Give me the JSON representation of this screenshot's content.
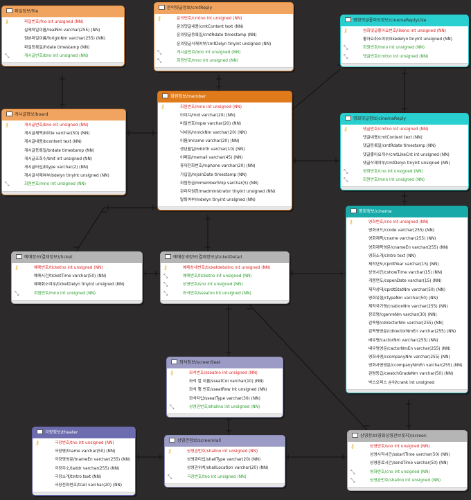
{
  "entities": {
    "file": {
      "title": "파일정보/file",
      "rows": [
        {
          "kind": "pk",
          "text": "파일번호/fno int unsigned (NN)"
        },
        {
          "kind": "",
          "text": "실제파일이름/realNm varchar(255) (NN)"
        },
        {
          "kind": "",
          "text": "원본파일이름/foriginNm varchar(255) (NN)"
        },
        {
          "kind": "",
          "text": "파일등록일/frdate timestamp (NN)"
        },
        {
          "kind": "fk",
          "text": "게시글번호/bno int unsigned (NN)"
        }
      ]
    },
    "cmtReply": {
      "title": "문의댓글정보/cmtReply",
      "rows": [
        {
          "kind": "pk",
          "text": "문의번호/cmtno int unsigned (NN)"
        },
        {
          "kind": "",
          "text": "문의댓글내용/cmtContent text (NN)"
        },
        {
          "kind": "",
          "text": "문의댓글등록일/cmtRdate timestamp (NN)"
        },
        {
          "kind": "",
          "text": "문의댓글삭제여부/cmtDelyn tinyint unsigned (NN)"
        },
        {
          "kind": "fk",
          "text": "게시글번호/bno int unsigned (NN)"
        },
        {
          "kind": "fk",
          "text": "회원번호/mno int unsigned (NN)"
        }
      ]
    },
    "cinemaReplyLike": {
      "title": "영화댓글좋아요정보/cinemaReplyLike",
      "rows": [
        {
          "kind": "pk",
          "text": "영화댓글좋아요번호/likeno int unsigned (NN)"
        },
        {
          "kind": "",
          "text": "좋아요취소여부/likedelyn tinyint unsigned (NN)"
        },
        {
          "kind": "fk",
          "text": "회원번호/mno int unsigned (NN)"
        },
        {
          "kind": "fk",
          "text": "댓글번호/cmtno int unsigned (NN)"
        }
      ]
    },
    "member": {
      "title": "회원정보/member",
      "rows": [
        {
          "kind": "pk",
          "text": "회원번호/mno int unsigned (NN)"
        },
        {
          "kind": "",
          "text": "아이디/mid varchar(20) (NN)"
        },
        {
          "kind": "",
          "text": "비밀번호/mpw varchar(20) (NN)"
        },
        {
          "kind": "",
          "text": "닉네임/mnickNm varchar(20) (NN)"
        },
        {
          "kind": "",
          "text": "이름/mname varchar(20) (NN)"
        },
        {
          "kind": "",
          "text": "생년월일/mbirth varchar(10) (NN)"
        },
        {
          "kind": "",
          "text": "이메일/memail varchar(45) (NN)"
        },
        {
          "kind": "",
          "text": "휴대전화번호/mphone varchar(20) (NN)"
        },
        {
          "kind": "",
          "text": "가입일/mjoinDate timestamp (NN)"
        },
        {
          "kind": "",
          "text": "회원등급/mmemberShip varchar(5) (NN)"
        },
        {
          "kind": "",
          "text": "관리자권한/madministrator tinyint unsigned (NN)"
        },
        {
          "kind": "",
          "text": "탈퇴여부/mdelyn tinyint unsigned (NN)"
        }
      ]
    },
    "board": {
      "title": "게시글정보/board",
      "rows": [
        {
          "kind": "pk",
          "text": "게시글번호/bno int unsigned (NN)"
        },
        {
          "kind": "",
          "text": "게시글제목/btitle varchar(50) (NN)"
        },
        {
          "kind": "",
          "text": "게시글내용/bcontent text (NN)"
        },
        {
          "kind": "",
          "text": "게시글등록일/brdate timestamp (NN)"
        },
        {
          "kind": "",
          "text": "게시글조회수/bhit int unsigned (NN)"
        },
        {
          "kind": "",
          "text": "게시글타입/btype varchar(2) (NN)"
        },
        {
          "kind": "",
          "text": "게시글삭제여부/bdelyn tinyint unsigned (NN)"
        },
        {
          "kind": "fk",
          "text": "회원번호/mno int unsigned (NN)"
        }
      ]
    },
    "cinemaReply": {
      "title": "영화댓글정보/cinemaReply",
      "rows": [
        {
          "kind": "pk",
          "text": "댓글번호/cmtno int unsigned (NN)"
        },
        {
          "kind": "",
          "text": "댓글내용/cmtContent text (NN)"
        },
        {
          "kind": "",
          "text": "댓글등록일/cmtRdate timestamp (NN)"
        },
        {
          "kind": "",
          "text": "댓글좋아요개수/cmtLikeCnt int unsigned (NN)"
        },
        {
          "kind": "",
          "text": "댓글삭제여부/cmtDelyn tinyint unsigned (NN)"
        },
        {
          "kind": "fk",
          "text": "영화번호/cno int unsigned (NN)"
        },
        {
          "kind": "fk",
          "text": "회원번호/mno int unsigned (NN)"
        }
      ]
    },
    "cinema": {
      "title": "영화정보/cinema",
      "rows": [
        {
          "kind": "pk",
          "text": "영화번호/cno int unsigned (NN)"
        },
        {
          "kind": "",
          "text": "영화코드/ccode varchar(255) (NN)"
        },
        {
          "kind": "",
          "text": "영화제목/cname varchar(255) (NN)"
        },
        {
          "kind": "",
          "text": "영화제목영문/cnameEn varchar(255) (NN)"
        },
        {
          "kind": "",
          "text": "영화소개/cintro text (NN)"
        },
        {
          "kind": "",
          "text": "제작년도/cprdtYear varchar(15) (NN)"
        },
        {
          "kind": "",
          "text": "상영시간/cshowTime varchar(15) (NN)"
        },
        {
          "kind": "",
          "text": "개봉연도/copenDate varchar(15) (NN)"
        },
        {
          "kind": "",
          "text": "제작상태/cprdtStatNm varchar(50) (NN)"
        },
        {
          "kind": "",
          "text": "영화유형/ctypeNm varchar(50) (NN)"
        },
        {
          "kind": "",
          "text": "제작국가명/cnationNm varchar(255) (NN)"
        },
        {
          "kind": "",
          "text": "장르명/cgenreNm varchar(30) (NN)"
        },
        {
          "kind": "",
          "text": "감독명/cdirectorNm varchar(255) (NN)"
        },
        {
          "kind": "",
          "text": "감독명영문/cdirectorNmEn varchar(255) (NN)"
        },
        {
          "kind": "",
          "text": "배우명/cactorNm varchar(255) (NN)"
        },
        {
          "kind": "",
          "text": "배우명영문/cactorNmEn varchar(255) (NN)"
        },
        {
          "kind": "",
          "text": "영화사명/ccompanyNm varchar(255) (NN)"
        },
        {
          "kind": "",
          "text": "영화사명영문/ccompanyNmEn varchar(255) (NN)"
        },
        {
          "kind": "",
          "text": "관람등급/cwatchGradeNm varchar(50) (NN)"
        },
        {
          "kind": "",
          "text": "박스오피스 순위/crank int unsigned"
        }
      ]
    },
    "ticket": {
      "title": "예매정보(결제정보)/ticket",
      "rows": [
        {
          "kind": "pk",
          "text": "예매번호/ticketno int unsigned (NN)"
        },
        {
          "kind": "",
          "text": "예매시간/ticketTime varchar(50) (NN)"
        },
        {
          "kind": "",
          "text": "예매취소여부/ticketDelyn tinyint unsigned (NN)"
        },
        {
          "kind": "fk",
          "text": "회원번호/mno int unsigned (NN)"
        }
      ]
    },
    "ticketDetail": {
      "title": "예매상세정보(결제정보)/ticketDetail",
      "rows": [
        {
          "kind": "pk",
          "text": "예매상세번호/ticketdetailno int unsigned (NN)"
        },
        {
          "kind": "fk",
          "text": "예매번호/ticketno int unsigned (NN)"
        },
        {
          "kind": "fk",
          "text": "상영번호/sno int unsigned (NN)"
        },
        {
          "kind": "fk",
          "text": "좌석번호/sseatno int unsigned (NN)"
        }
      ]
    },
    "screenSeat": {
      "title": "좌석정보/screenSeat",
      "rows": [
        {
          "kind": "pk",
          "text": "좌석번호/sseatno int unsigned (NN)"
        },
        {
          "kind": "",
          "text": "좌석 열 이름/sseatCol varchar(10) (NN)"
        },
        {
          "kind": "",
          "text": "좌석 행 번호/sseatRow int unsigned (NN)"
        },
        {
          "kind": "",
          "text": "좌석타입/sseatType varchar(30) (NN)"
        },
        {
          "kind": "fk",
          "text": "상영관번호/shallno int unsigned (NN)"
        }
      ]
    },
    "theater": {
      "title": "극장정보/theater",
      "rows": [
        {
          "kind": "pk",
          "text": "극장번호/tno int unsigned (NN)"
        },
        {
          "kind": "",
          "text": "극장명/tname varchar(50) (NN)"
        },
        {
          "kind": "",
          "text": "극장명영문/tnameEn varchar(255) (NN)"
        },
        {
          "kind": "",
          "text": "극장주소/taddr varchar(255) (NN)"
        },
        {
          "kind": "",
          "text": "극장소개/tintro text (NN)"
        },
        {
          "kind": "",
          "text": "극장전화번호/tcall varchar(20) (NN)"
        }
      ]
    },
    "screenHall": {
      "title": "상영관정보/screenHall",
      "rows": [
        {
          "kind": "pk",
          "text": "상영관번호/shallno int unsigned (NN)"
        },
        {
          "kind": "",
          "text": "상영관타입/shallType varchar(20) (NN)"
        },
        {
          "kind": "",
          "text": "상영관위치/shallLocation varchar(20) (NN)"
        },
        {
          "kind": "fk",
          "text": "극장번호/tno int unsigned (NN)"
        }
      ]
    },
    "screen": {
      "title": "상영정보(영화상영관브릿지)/screen",
      "rows": [
        {
          "kind": "pk",
          "text": "상영번호/sno int unsigned (NN)"
        },
        {
          "kind": "",
          "text": "상영시작시간/sstartTime varchar(50) (NN)"
        },
        {
          "kind": "",
          "text": "상영종료시간/sendTime varchar(50) (NN)"
        },
        {
          "kind": "fk",
          "text": "영화번호/cno int unsigned (NN)"
        },
        {
          "kind": "fk",
          "text": "상영관번호/shallno int unsigned (NN)"
        }
      ]
    }
  }
}
